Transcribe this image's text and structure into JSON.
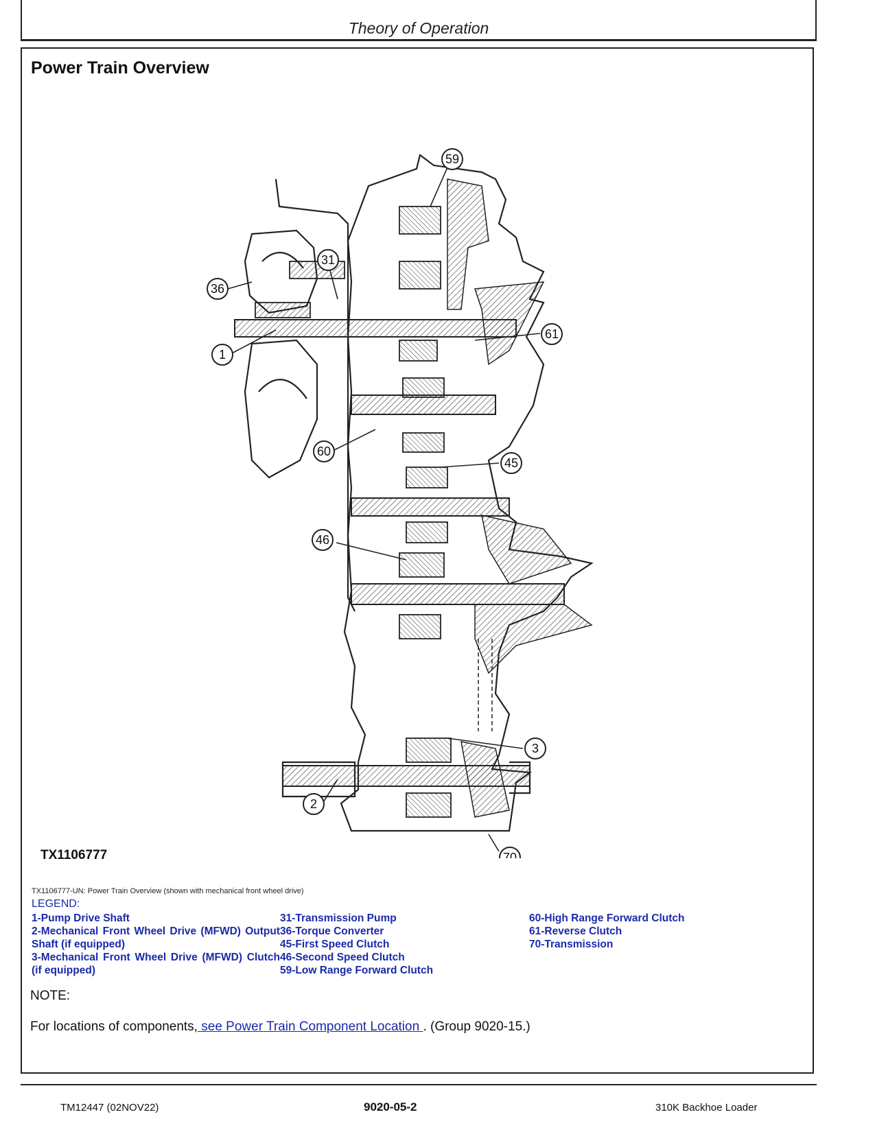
{
  "header": {
    "title": "Theory of Operation"
  },
  "section": {
    "title": "Power Train Overview"
  },
  "figure": {
    "id_label": "TX1106777",
    "caption": "TX1106777-UN: Power Train Overview (shown with mechanical front wheel drive)",
    "callouts": [
      "59",
      "31",
      "36",
      "1",
      "61",
      "60",
      "45",
      "46",
      "3",
      "2",
      "70"
    ]
  },
  "legend": {
    "title": "LEGEND:",
    "columns": [
      [
        "1-Pump Drive Shaft",
        "2-Mechanical Front Wheel Drive (MFWD) Output Shaft (if equipped)",
        "3-Mechanical Front Wheel Drive (MFWD) Clutch (if equipped)"
      ],
      [
        "31-Transmission Pump",
        "36-Torque Converter",
        "45-First Speed Clutch",
        "46-Second Speed Clutch",
        "59-Low Range Forward Clutch"
      ],
      [
        "60-High Range Forward Clutch",
        "61-Reverse Clutch",
        "70-Transmission"
      ]
    ]
  },
  "note": {
    "label": "NOTE:",
    "text_before": "For locations of components,",
    "link_text": " see Power Train Component Location ",
    "text_after": ". (Group 9020-15.)"
  },
  "footer": {
    "left": "TM12447 (02NOV22)",
    "center": "9020-05-2",
    "right": "310K Backhoe Loader"
  },
  "colors": {
    "legend_blue": "#1a2aa8",
    "line": "#222222"
  }
}
